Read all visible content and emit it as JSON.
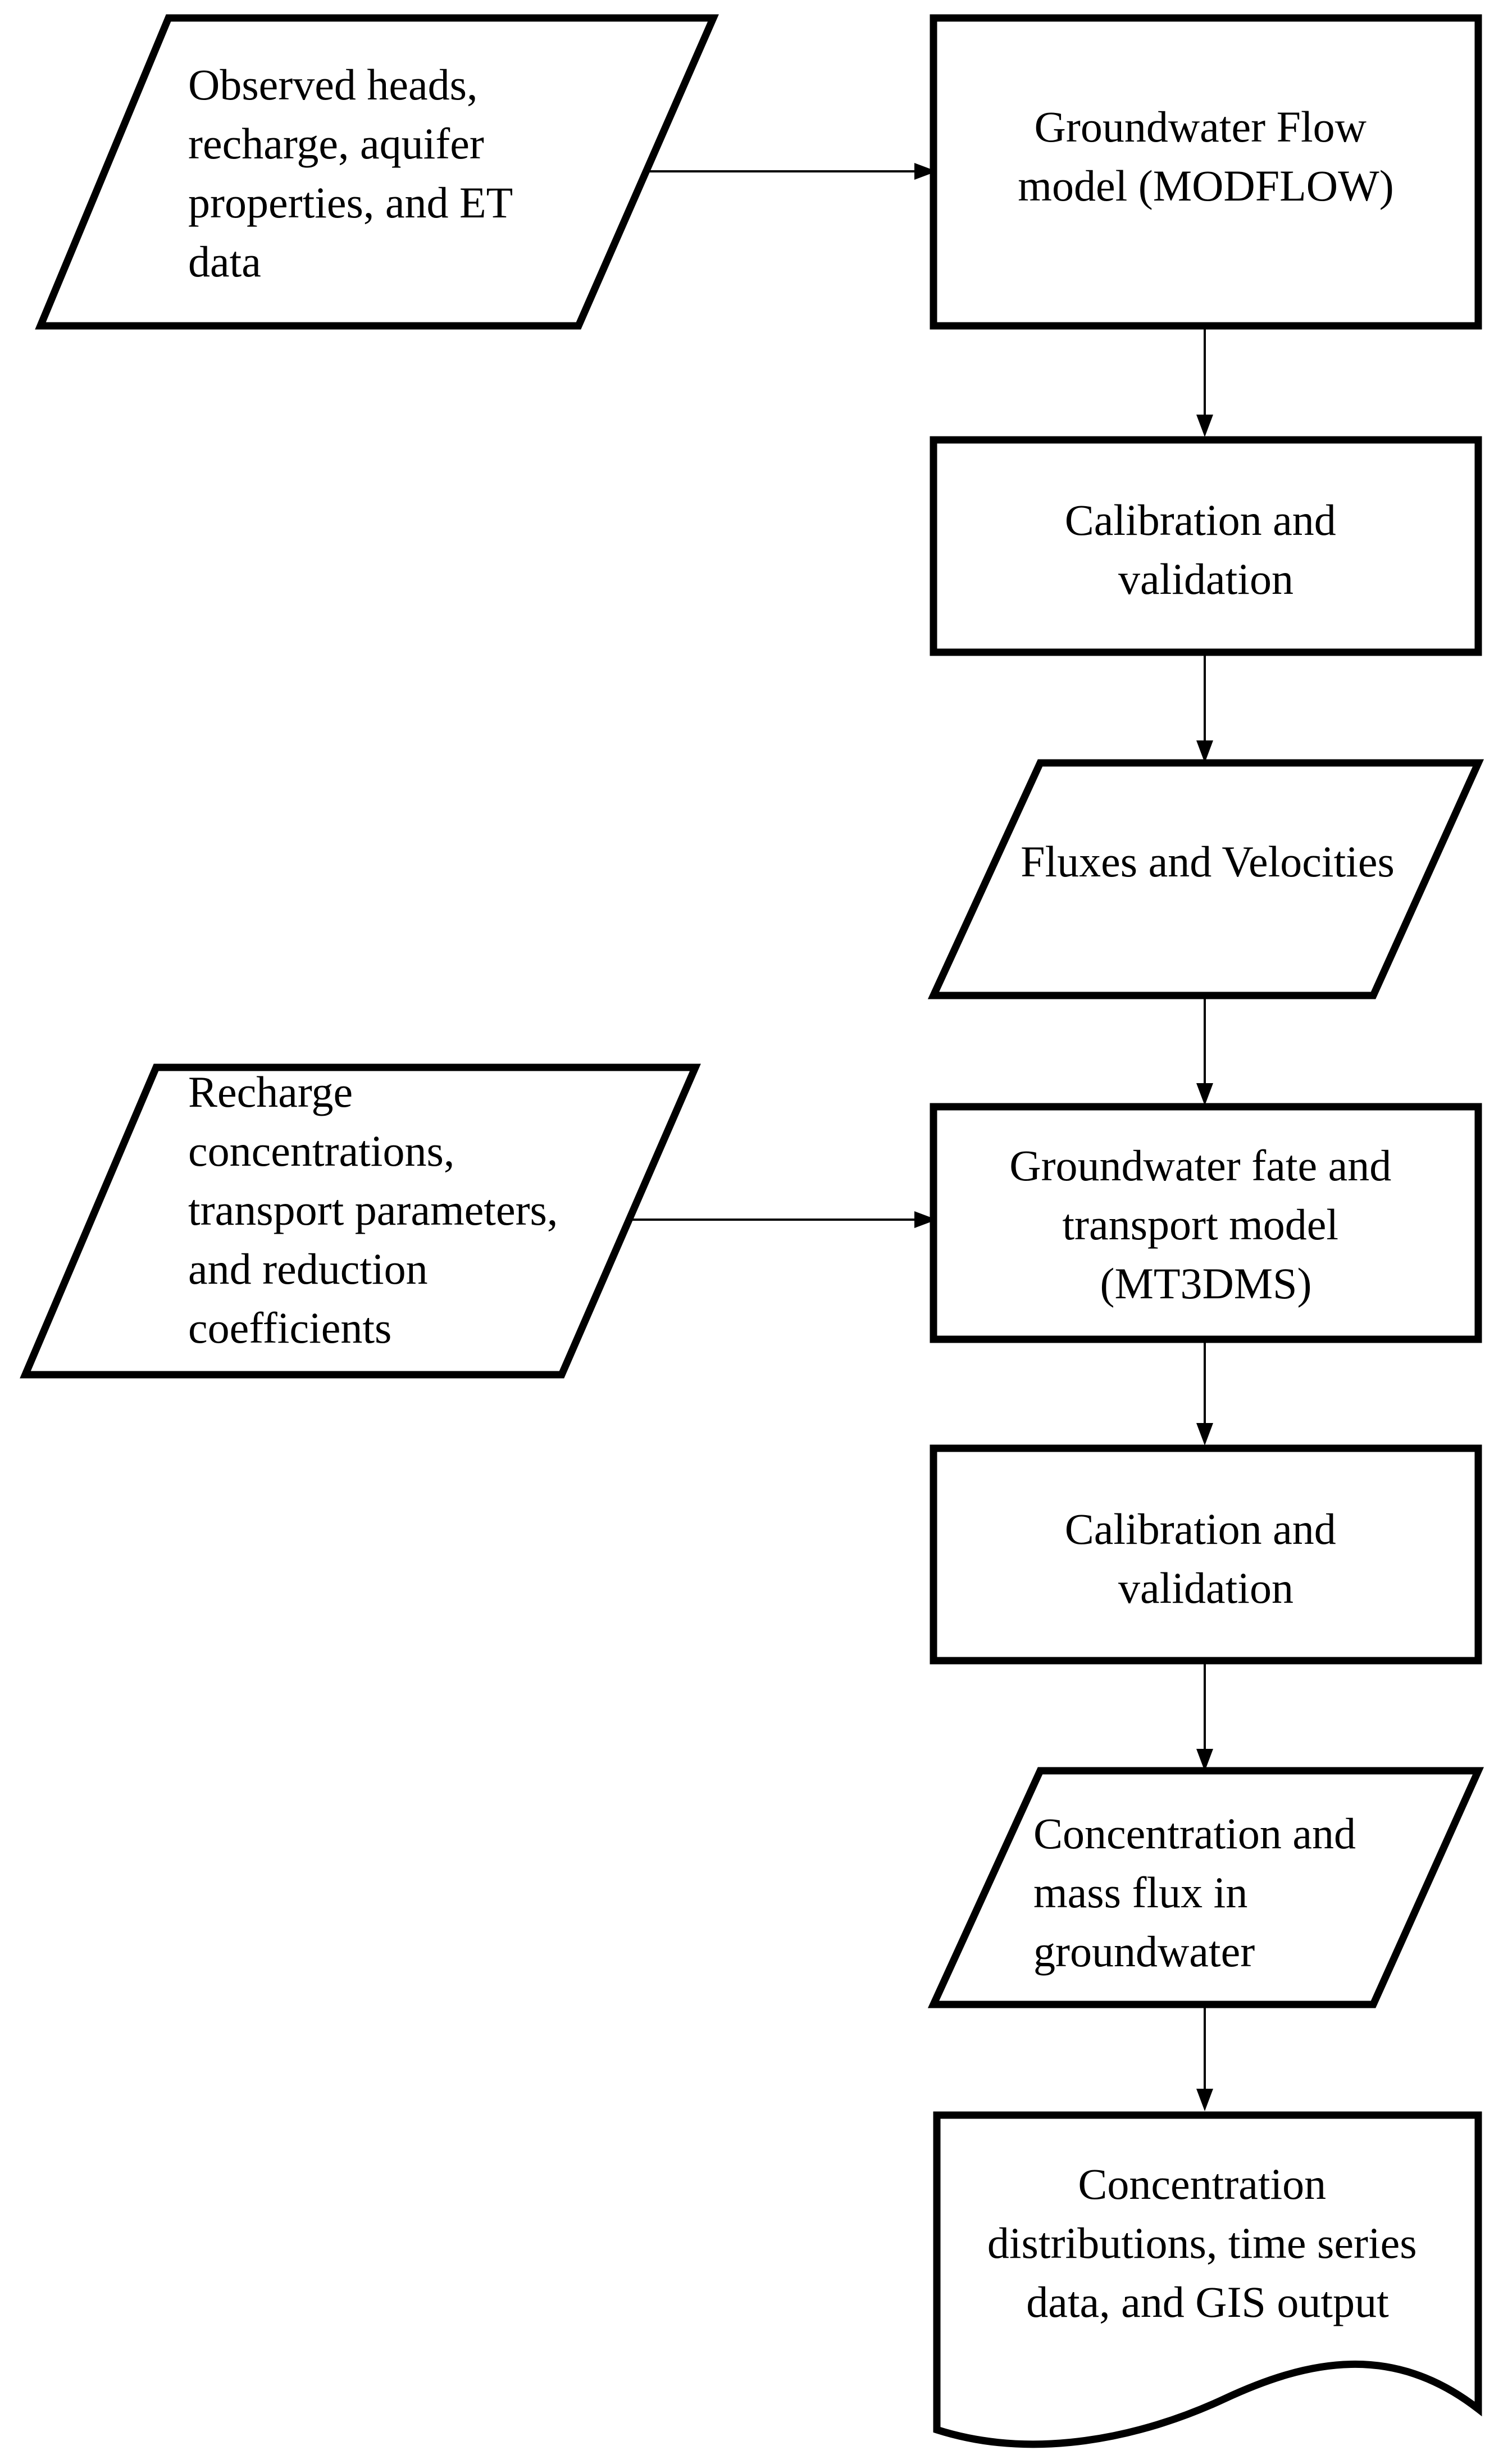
{
  "nodes": {
    "input_flow": {
      "kind": "data",
      "lines": [
        "Observed heads,",
        "recharge, aquifer",
        "properties, and ET",
        "data"
      ]
    },
    "flow_model": {
      "kind": "process",
      "lines": [
        "Groundwater Flow",
        "model (MODFLOW)"
      ]
    },
    "calibration_1": {
      "kind": "process",
      "lines": [
        "Calibration and",
        "validation"
      ]
    },
    "fluxes": {
      "kind": "data",
      "lines": [
        "Fluxes and Velocities"
      ]
    },
    "input_transport": {
      "kind": "data",
      "lines": [
        "Recharge",
        "concentrations,",
        "transport parameters,",
        "and reduction",
        "coefficients"
      ]
    },
    "transport_model": {
      "kind": "process",
      "lines": [
        "Groundwater fate and",
        "transport model",
        "(MT3DMS)"
      ]
    },
    "calibration_2": {
      "kind": "process",
      "lines": [
        "Calibration and",
        "validation"
      ]
    },
    "concentration": {
      "kind": "data",
      "lines": [
        "Concentration and",
        "mass flux in",
        "groundwater"
      ]
    },
    "outputs": {
      "kind": "document",
      "lines": [
        "Concentration",
        "distributions, time series",
        "data, and GIS output"
      ]
    }
  },
  "edges": [
    {
      "from": "input_flow",
      "to": "flow_model"
    },
    {
      "from": "flow_model",
      "to": "calibration_1"
    },
    {
      "from": "calibration_1",
      "to": "fluxes"
    },
    {
      "from": "fluxes",
      "to": "transport_model"
    },
    {
      "from": "input_transport",
      "to": "transport_model"
    },
    {
      "from": "transport_model",
      "to": "calibration_2"
    },
    {
      "from": "calibration_2",
      "to": "concentration"
    },
    {
      "from": "concentration",
      "to": "outputs"
    }
  ]
}
